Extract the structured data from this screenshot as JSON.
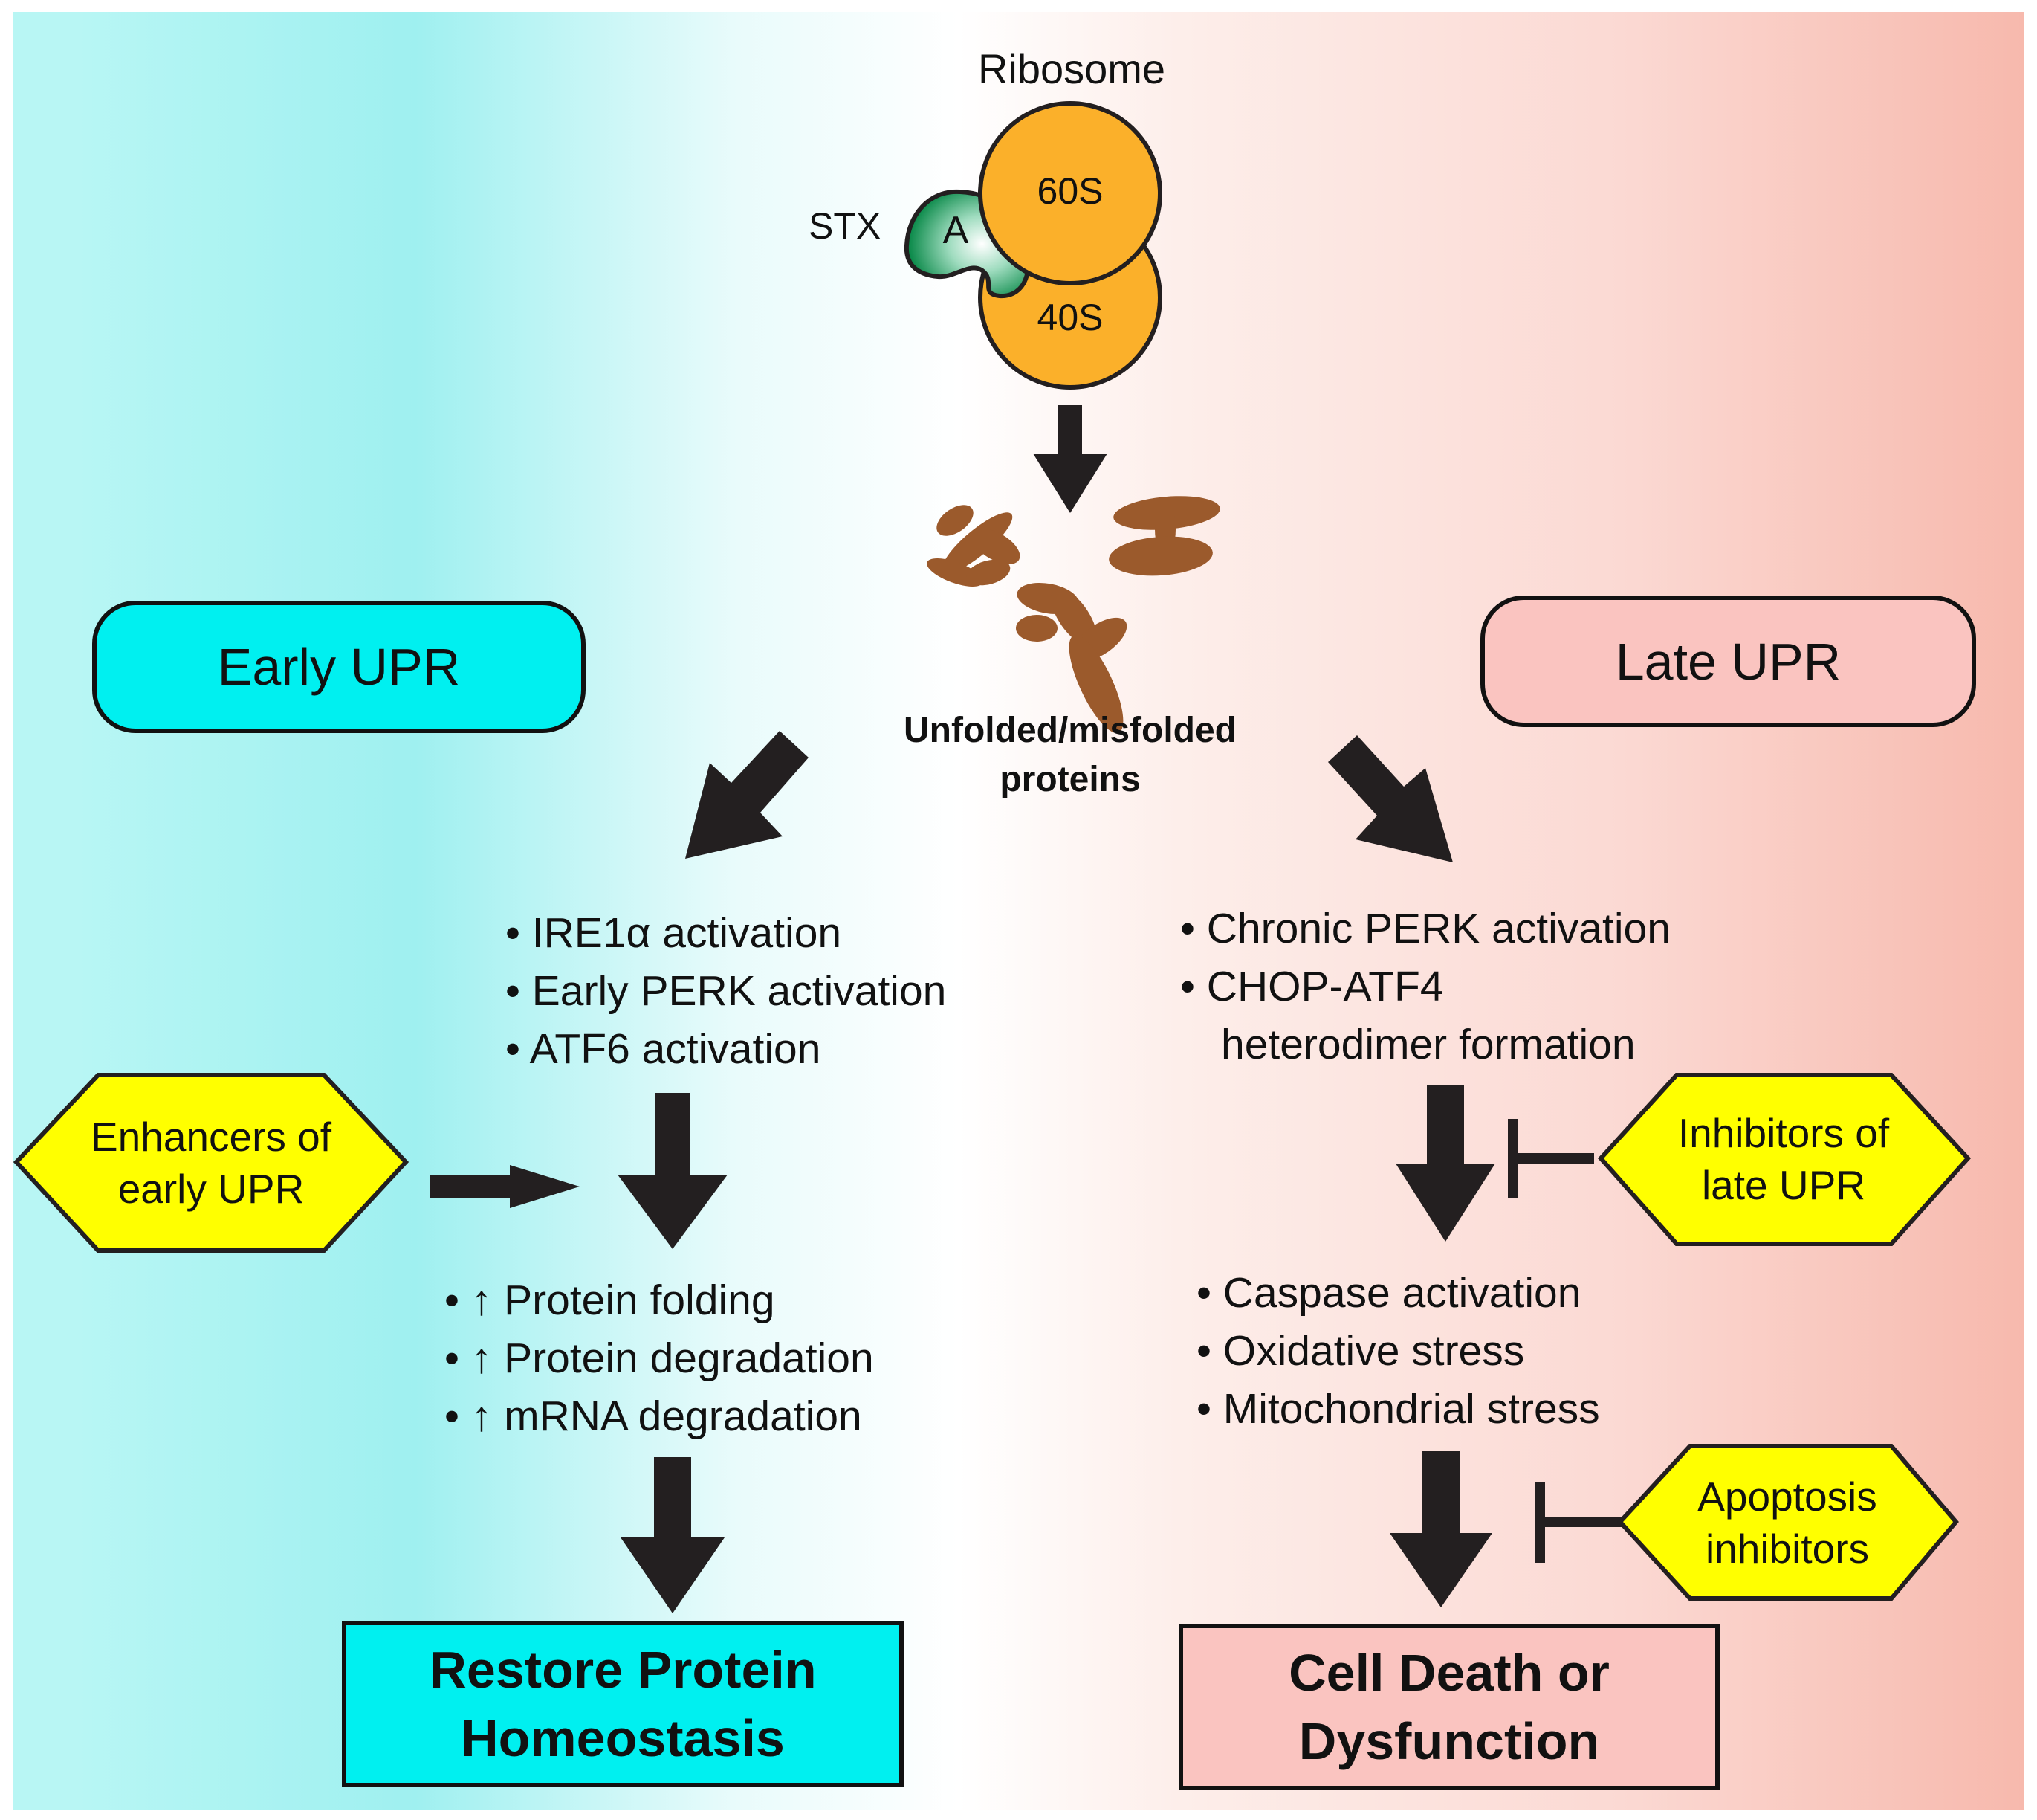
{
  "ribosome": {
    "title": "Ribosome",
    "large_subunit": "60S",
    "small_subunit": "40S",
    "toxin_label": "STX",
    "toxin_subunit": "A"
  },
  "unfolded": {
    "line1": "Unfolded/misfolded",
    "line2": "proteins"
  },
  "early": {
    "header": "Early UPR",
    "activations": [
      "• IRE1α activation",
      "• Early PERK activation",
      "• ATF6 activation"
    ],
    "effects": [
      "• ↑ Protein folding",
      "• ↑ Protein degradation",
      "• ↑ mRNA degradation"
    ],
    "enhancer": {
      "line1": "Enhancers of",
      "line2": "early UPR"
    },
    "outcome": {
      "line1": "Restore Protein",
      "line2": "Homeostasis"
    }
  },
  "late": {
    "header": "Late UPR",
    "activations": [
      "• Chronic PERK activation",
      "• CHOP-ATF4",
      "heterodimer formation"
    ],
    "effects": [
      "• Caspase activation",
      "• Oxidative stress",
      "• Mitochondrial stress"
    ],
    "inhibitor": {
      "line1": "Inhibitors of",
      "line2": "late UPR"
    },
    "apoptosis": {
      "line1": "Apoptosis",
      "line2": "inhibitors"
    },
    "outcome": {
      "line1": "Cell Death or",
      "line2": "Dysfunction"
    }
  },
  "colors": {
    "early": "#00f0f0",
    "late": "#fac4c0",
    "hexagon": "#ffff00",
    "ribosome": "#fbb02a",
    "toxin": "#0b8a4a",
    "protein": "#9b5a2c",
    "arrow": "#231f20"
  }
}
